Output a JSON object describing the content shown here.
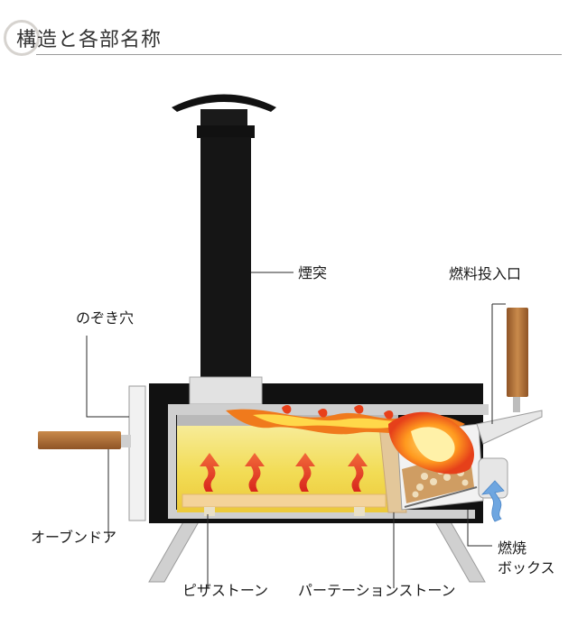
{
  "header": {
    "title": "構造と各部名称"
  },
  "labels": {
    "chimney": "煙突",
    "fuel_inlet": "燃料投入口",
    "peephole": "のぞき穴",
    "oven_door": "オーブンドア",
    "pizza_stone": "ピザストーン",
    "partition_stone": "パーテーションストーン",
    "combustion_box_line1": "燃焼",
    "combustion_box_line2": "ボックス"
  }
}
